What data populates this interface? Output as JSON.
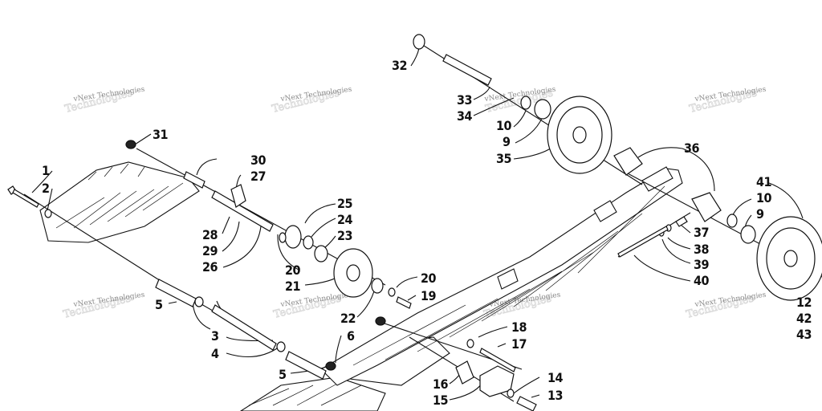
{
  "watermark": {
    "text": "vNext Technologies"
  },
  "callouts": {
    "c1": "1",
    "c2": "2",
    "c3": "3",
    "c4": "4",
    "c5a": "5",
    "c5b": "5",
    "c6": "6",
    "c9a": "9",
    "c9b": "9",
    "c10a": "10",
    "c10b": "10",
    "c12": "12",
    "c13": "13",
    "c14": "14",
    "c15": "15",
    "c16": "16",
    "c17": "17",
    "c18": "18",
    "c19": "19",
    "c20a": "20",
    "c20b": "20",
    "c21": "21",
    "c22": "22",
    "c23": "23",
    "c24": "24",
    "c25": "25",
    "c26": "26",
    "c27": "27",
    "c28": "28",
    "c29": "29",
    "c30": "30",
    "c31": "31",
    "c32": "32",
    "c33": "33",
    "c34": "34",
    "c35": "35",
    "c36": "36",
    "c37": "37",
    "c38": "38",
    "c39": "39",
    "c40": "40",
    "c41": "41",
    "c42": "42",
    "c43": "43"
  }
}
